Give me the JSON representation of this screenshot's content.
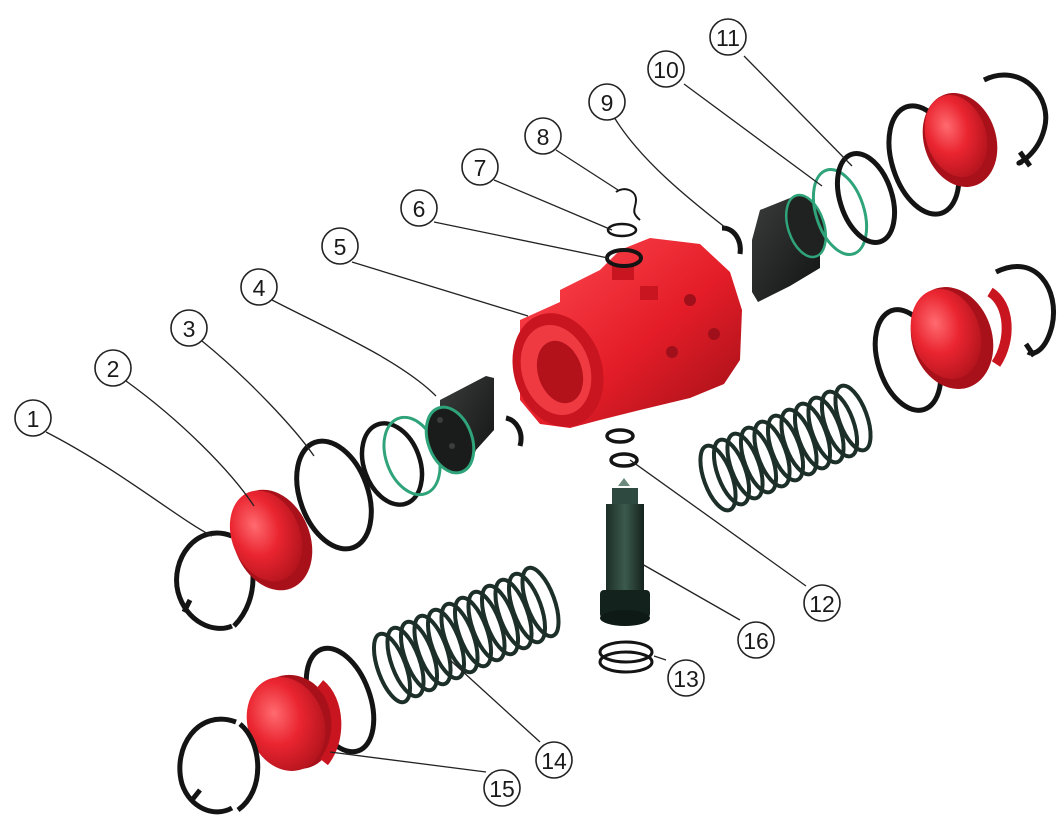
{
  "colors": {
    "red_part": "#e8212b",
    "red_dark": "#b0121a",
    "red_light": "#ff5a5f",
    "black_part": "#1d1f1e",
    "dark_green_part": "#243d33",
    "oring_green": "#2fa37a",
    "ring_black": "#141414"
  },
  "callouts": [
    {
      "label": "1"
    },
    {
      "label": "2"
    },
    {
      "label": "3"
    },
    {
      "label": "4"
    },
    {
      "label": "5"
    },
    {
      "label": "6"
    },
    {
      "label": "7"
    },
    {
      "label": "8"
    },
    {
      "label": "9"
    },
    {
      "label": "10"
    },
    {
      "label": "11"
    },
    {
      "label": "12"
    },
    {
      "label": "13"
    },
    {
      "label": "14"
    },
    {
      "label": "15"
    },
    {
      "label": "16"
    }
  ]
}
